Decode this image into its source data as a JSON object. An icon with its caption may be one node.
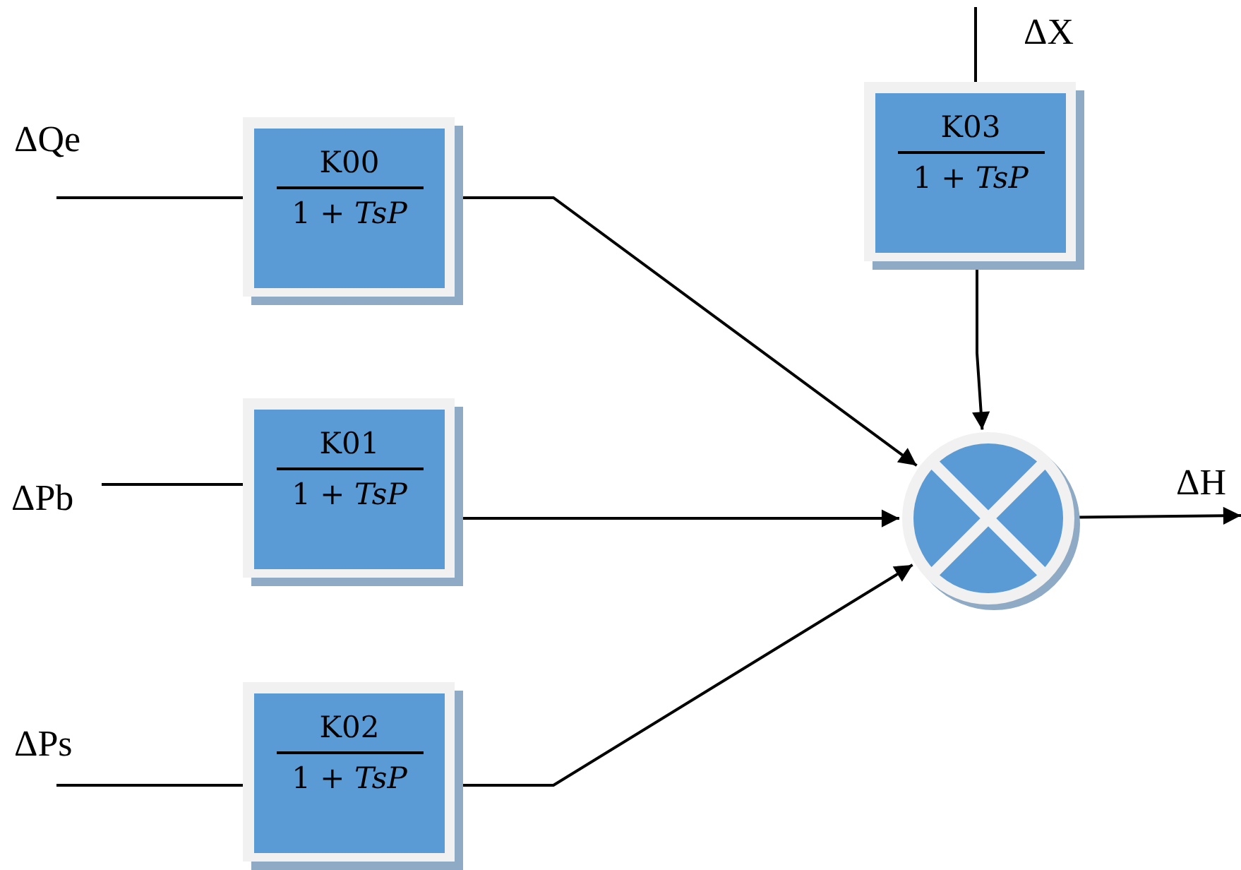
{
  "diagram": {
    "nodes": [
      {
        "text": [
          "K00",
          "1 + *TsP*"
        ]
      },
      {
        "text": [
          "K01",
          "1 + *TsP*"
        ]
      },
      {
        "text": [
          "K02",
          "1 + *TsP*"
        ]
      },
      {
        "text": [
          "K03",
          "1 + *TsP*"
        ]
      },
      {
        "text": [],
        "shape": "circle"
      }
    ],
    "edges": [
      {
        "from": null,
        "to": 0,
        "arrow": "none",
        "label": "ΔQe"
      },
      {
        "from": null,
        "to": 1,
        "arrow": "none",
        "label": "ΔPb"
      },
      {
        "from": null,
        "to": 2,
        "arrow": "none",
        "label": "ΔPs"
      },
      {
        "from": null,
        "to": 3,
        "arrow": "none",
        "label": "ΔX"
      },
      {
        "from": 0,
        "to": 4,
        "arrow": "to"
      },
      {
        "from": 1,
        "to": 4,
        "arrow": "to"
      },
      {
        "from": 2,
        "to": 4,
        "arrow": "to"
      },
      {
        "from": 3,
        "to": 4,
        "arrow": "to"
      },
      {
        "from": 4,
        "to": null,
        "arrow": "to",
        "label": "ΔH"
      }
    ]
  }
}
